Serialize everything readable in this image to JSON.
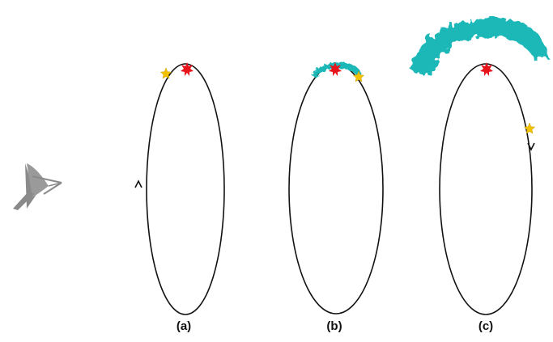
{
  "panels": [
    {
      "label": "(a)",
      "stage": "a"
    },
    {
      "label": "(b)",
      "stage": "b"
    },
    {
      "label": "(c)",
      "stage": "c"
    }
  ],
  "colors": {
    "orbit": "#111111",
    "star_red": "#e8141c",
    "satellite_yellow": "#f2c200",
    "debris_teal": "#1fb8b8",
    "antenna_gray": "#8a8a8a"
  },
  "icons": [
    "radar-dish-icon",
    "red-star-icon",
    "yellow-star-icon",
    "direction-arrow-icon"
  ]
}
